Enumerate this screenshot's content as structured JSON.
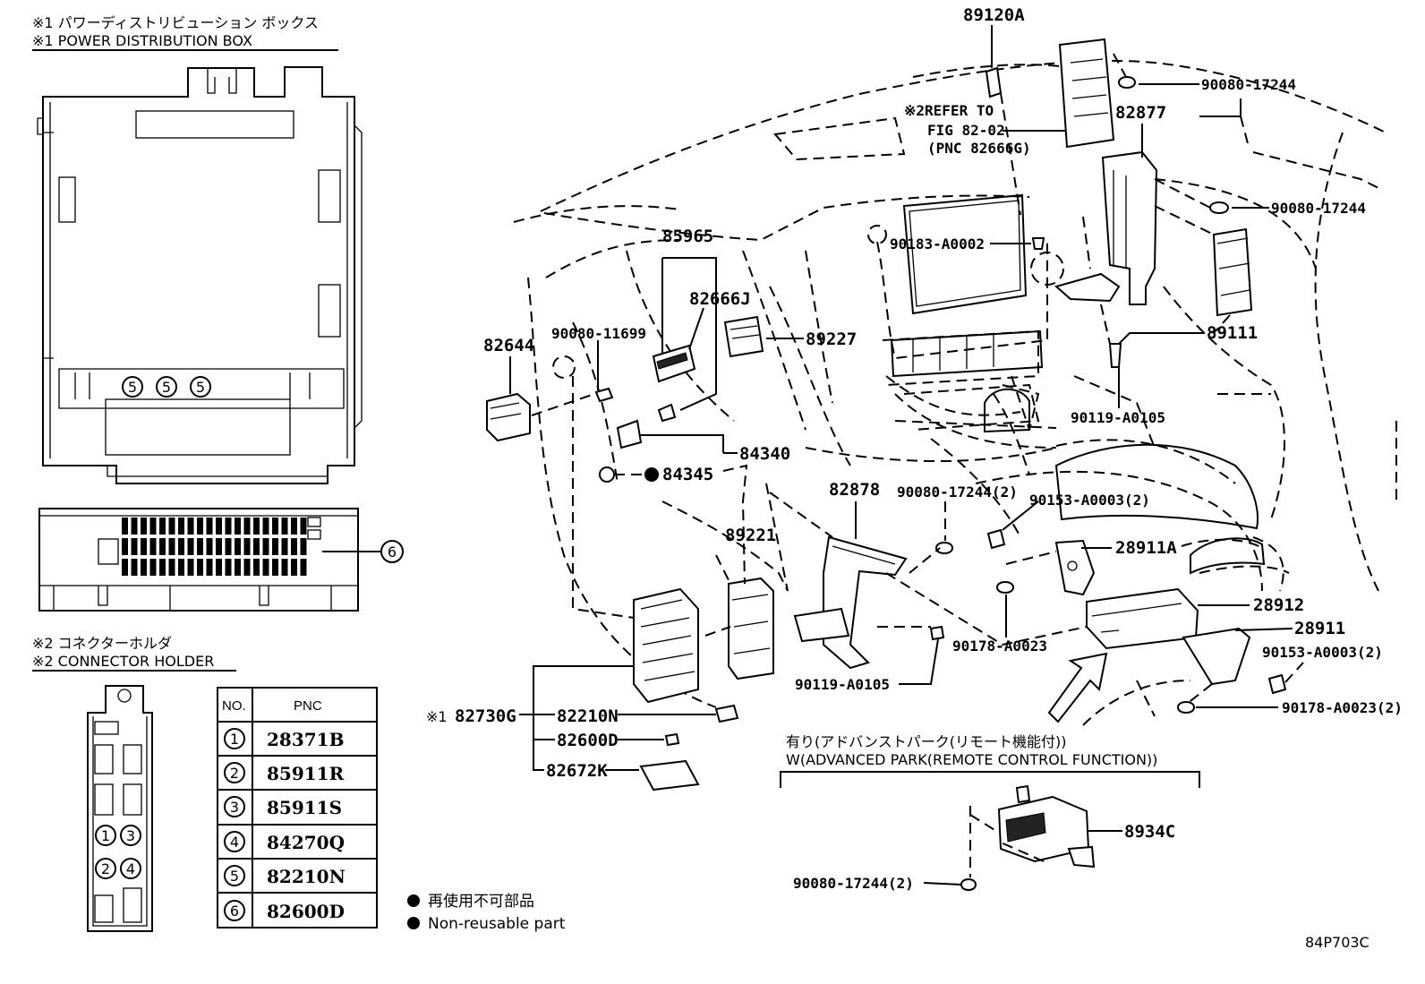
{
  "box1": {
    "title_jp": "※1 パワーディストリビューション ボックス",
    "title_en": "※1 POWER DISTRIBUTION BOX",
    "callout_5": "5",
    "callout_6": "6"
  },
  "box2": {
    "title_jp": "※2 コネクターホルダ",
    "title_en": "※2 CONNECTOR HOLDER"
  },
  "table": {
    "col_no": "NO.",
    "col_pnc": "PNC",
    "rows": [
      {
        "no": "1",
        "pnc": "28371B"
      },
      {
        "no": "2",
        "pnc": "85911R"
      },
      {
        "no": "3",
        "pnc": "85911S"
      },
      {
        "no": "4",
        "pnc": "84270Q"
      },
      {
        "no": "5",
        "pnc": "82210N"
      },
      {
        "no": "6",
        "pnc": "82600D"
      }
    ]
  },
  "legend": {
    "jp": "再使用不可部品",
    "en": "Non-reusable part"
  },
  "labels": {
    "p89120A": "89120A",
    "p90080_17244_a": "90080-17244",
    "refer_line1": "※2REFER TO",
    "refer_line2": "FIG 82-02",
    "refer_line3": "(PNC 82666G)",
    "p82877": "82877",
    "p90080_17244_b": "90080-17244",
    "p90183": "90183-A0002",
    "p85965": "85965",
    "p82666J": "82666J",
    "p82644": "82644",
    "p90080_11699": "90080-11699",
    "p89227": "89227",
    "p89111": "89111",
    "p90119_a": "90119-A0105",
    "p84345": "84345",
    "p84340": "84340",
    "p82878": "82878",
    "p90080_17244_2a": "90080-17244(2)",
    "p90153_a": "90153-A0003(2)",
    "p89221": "89221",
    "p28911A": "28911A",
    "p28912": "28912",
    "p28911": "28911",
    "p90153_b": "90153-A0003(2)",
    "p90178_a": "90178-A0023",
    "p90119_b": "90119-A0105",
    "p90178_b": "90178-A0023(2)",
    "p82730G": "82730G",
    "mark_1": "※1",
    "p82210N": "82210N",
    "p82600D": "82600D",
    "p82672K": "82672K",
    "adv_jp": "有り(アドバンストパーク(リモート機能付))",
    "adv_en": "W(ADVANCED PARK(REMOTE CONTROL FUNCTION))",
    "p8934C": "8934C",
    "p90080_17244_2b": "90080-17244(2)",
    "fig_id": "84P703C"
  }
}
